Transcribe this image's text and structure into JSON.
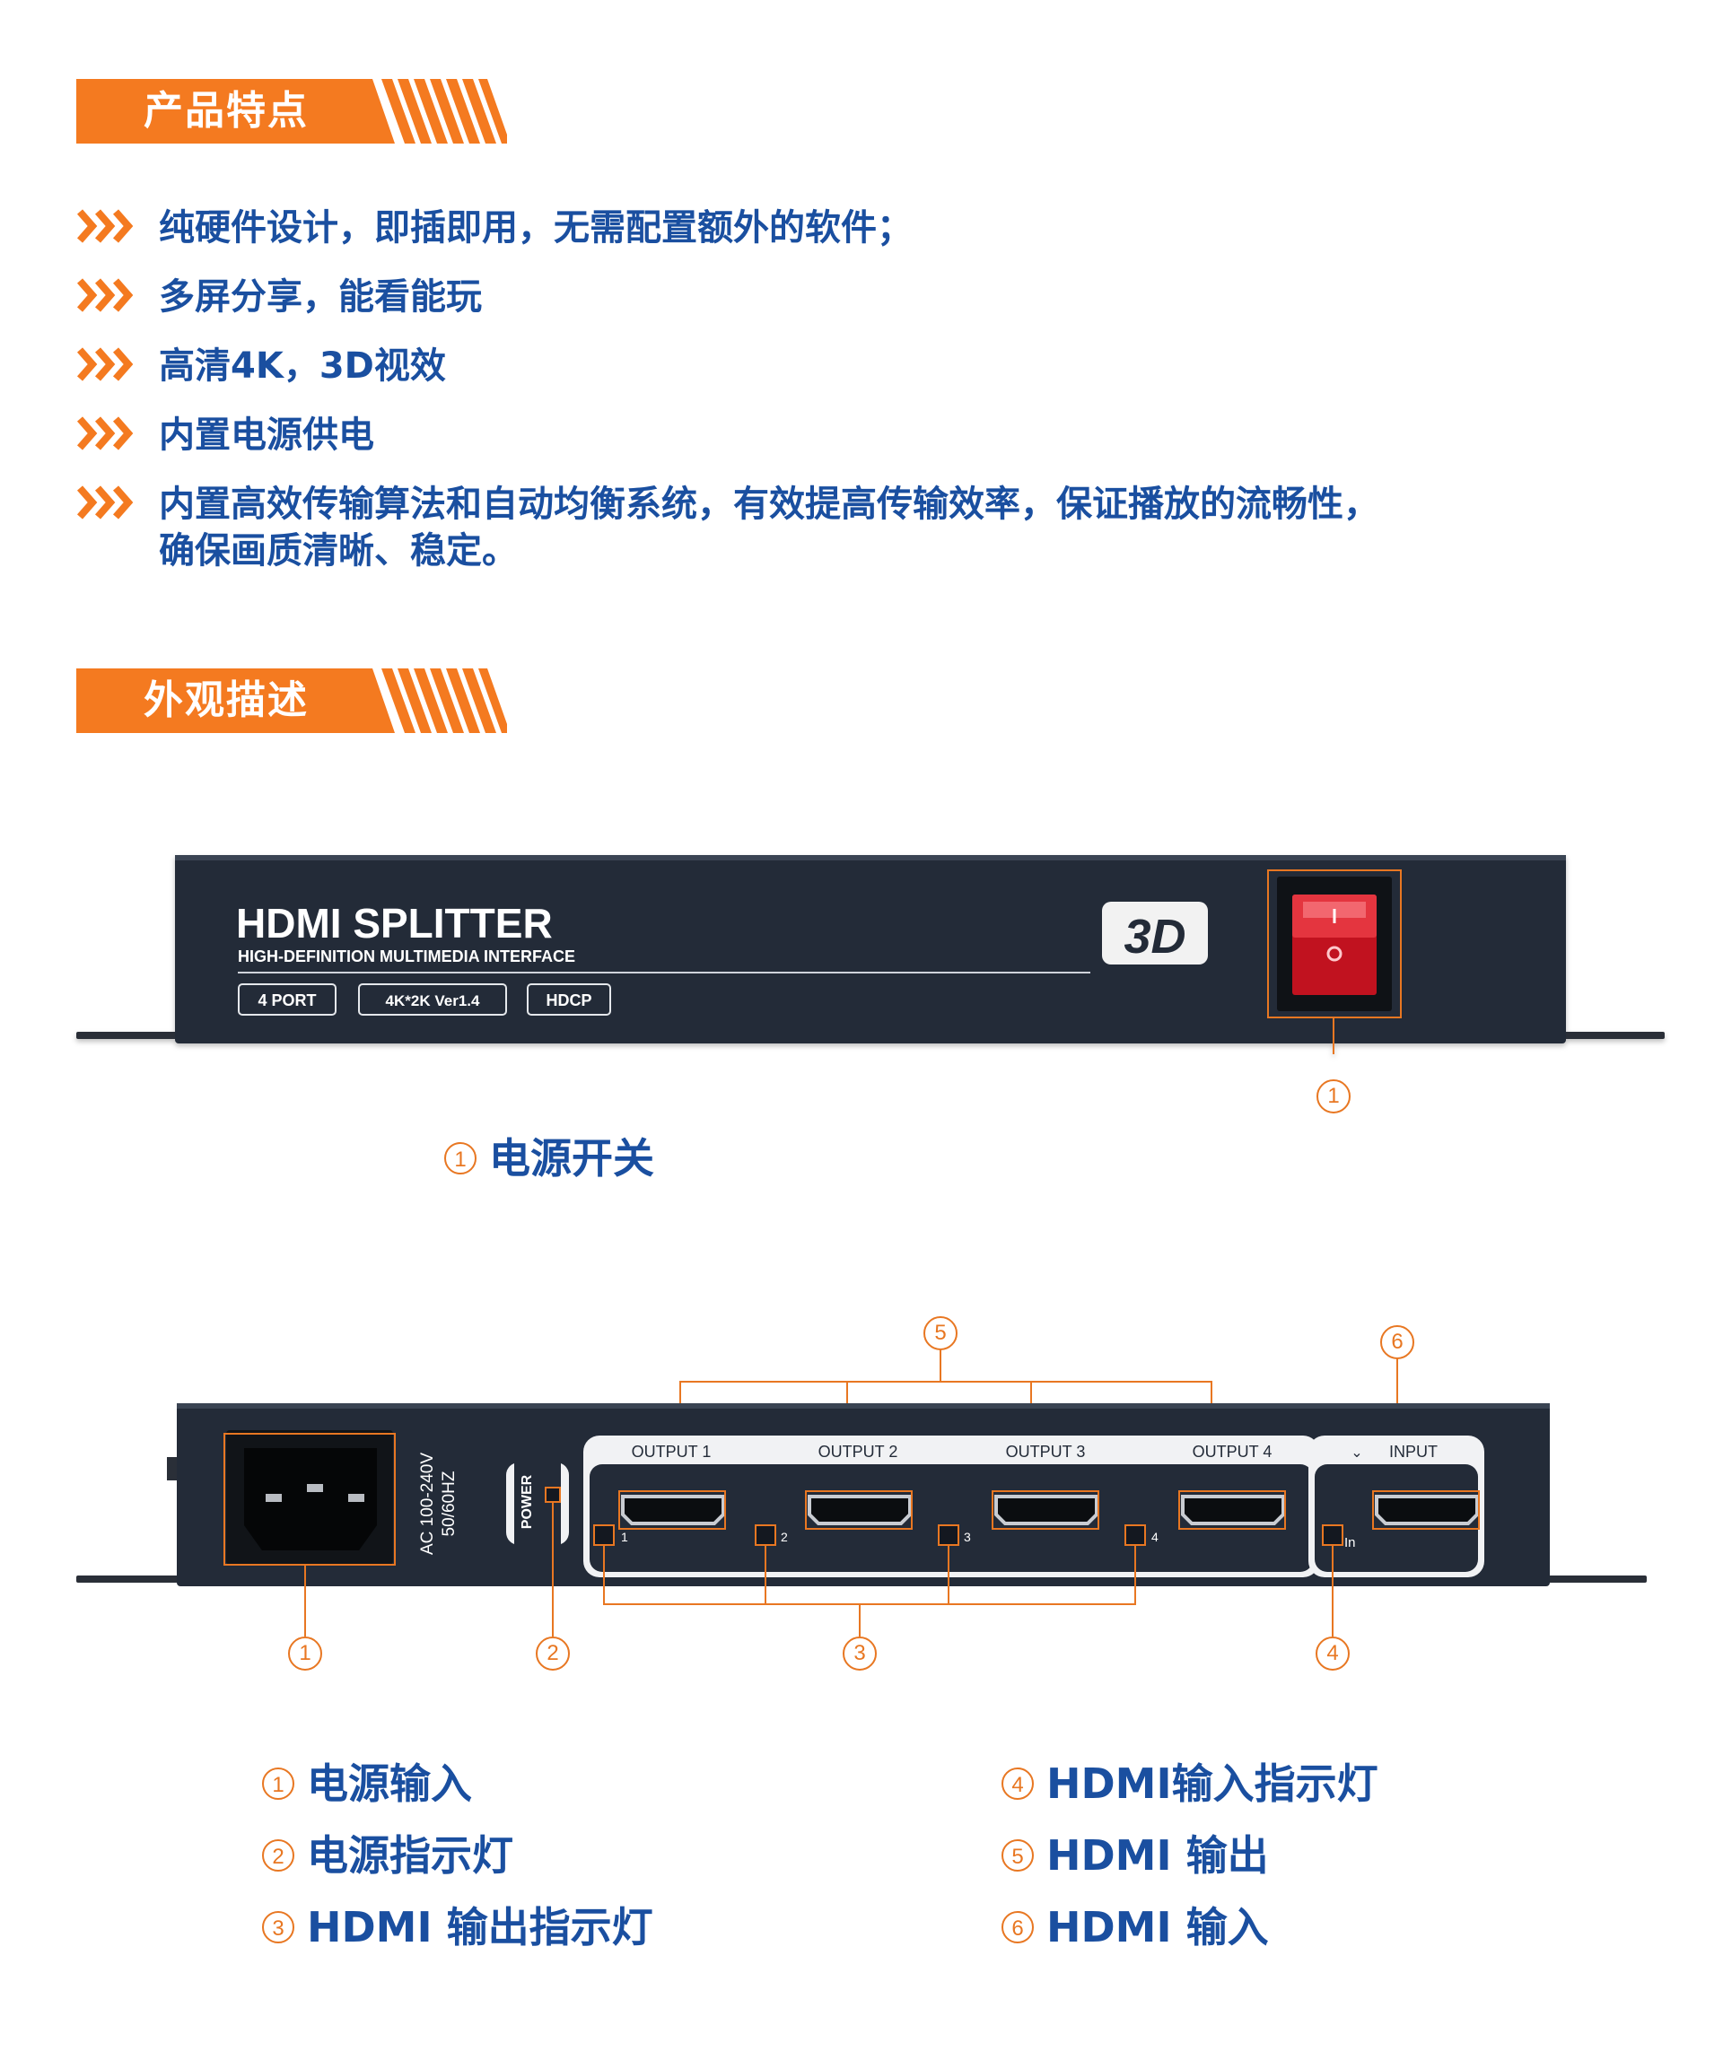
{
  "section1": {
    "title": "产品特点"
  },
  "features": [
    "纯硬件设计，即插即用，无需配置额外的软件；",
    "多屏分享，能看能玩",
    "高清4K，3D视效",
    "内置电源供电",
    "内置高效传输算法和自动均衡系统，有效提高传输效率，保证播放的流畅性，",
    "确保画质清晰、稳定。"
  ],
  "section2": {
    "title": "外观描述"
  },
  "front_panel": {
    "brand": "HDMI SPLITTER",
    "subtitle": "HIGH-DEFINITION MULTIMEDIA INTERFACE",
    "badges": [
      "4 PORT",
      "4K*2K Ver1.4",
      "HDCP"
    ],
    "logo_3d": "3D",
    "callout": "1",
    "legend": [
      {
        "num": "1",
        "label": "电源开关"
      }
    ]
  },
  "rear_panel": {
    "power_spec_line1": "AC 100-240V",
    "power_spec_line2": "50/60HZ",
    "power_label": "POWER",
    "outputs": [
      "OUTPUT 1",
      "OUTPUT 2",
      "OUTPUT 3",
      "OUTPUT 4"
    ],
    "output_leds": [
      "1",
      "2",
      "3",
      "4"
    ],
    "input_label": "INPUT",
    "input_led": "In",
    "callouts": [
      "1",
      "2",
      "3",
      "4",
      "5",
      "6"
    ],
    "legend_left": [
      {
        "num": "1",
        "label": "电源输入"
      },
      {
        "num": "2",
        "label": "电源指示灯"
      },
      {
        "num": "3",
        "label": "HDMI 输出指示灯"
      }
    ],
    "legend_right": [
      {
        "num": "4",
        "label": "HDMI输入指示灯"
      },
      {
        "num": "5",
        "label": "HDMI 输出"
      },
      {
        "num": "6",
        "label": "HDMI 输入"
      }
    ]
  },
  "colors": {
    "accent": "#f47a20",
    "text_blue": "#1a4fa0",
    "device": "#222d3d",
    "callout": "#e87722"
  }
}
